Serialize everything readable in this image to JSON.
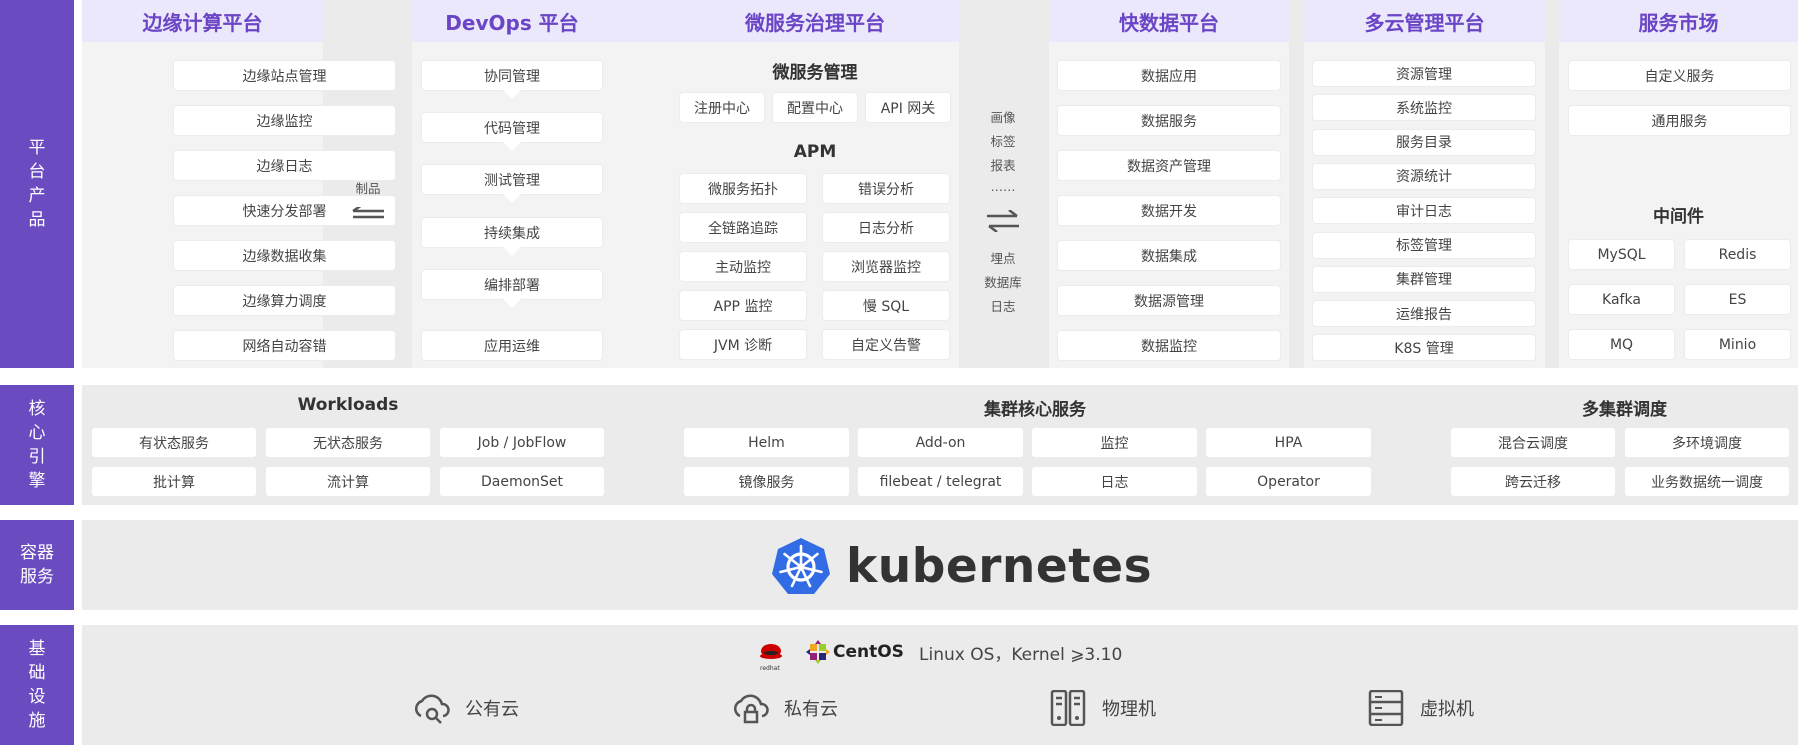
{
  "side_labels": {
    "platform": "平台产品",
    "core": "核心引擎",
    "container": "容器服务",
    "infra": "基础设施"
  },
  "edge": {
    "title": "边缘计算平台",
    "items": [
      "边缘站点管理",
      "边缘监控",
      "边缘日志",
      "快速分发部署",
      "边缘数据收集",
      "边缘算力调度",
      "网络自动容错"
    ]
  },
  "artifact_label": "制品",
  "devops": {
    "title": "DevOps 平台",
    "items": [
      "协同管理",
      "代码管理",
      "测试管理",
      "持续集成",
      "编排部署",
      "应用运维"
    ]
  },
  "micro": {
    "title": "微服务治理平台",
    "mgmt_title": "微服务管理",
    "mgmt_items": [
      "注册中心",
      "配置中心",
      "API 网关"
    ],
    "apm_title": "APM",
    "apm_items": [
      "微服务拓扑",
      "错误分析",
      "全链路追踪",
      "日志分析",
      "主动监控",
      "浏览器监控",
      "APP 监控",
      "慢 SQL",
      "JVM 诊断",
      "自定义告警"
    ]
  },
  "exchange": {
    "top": [
      "画像",
      "标签",
      "报表",
      "……"
    ],
    "bottom": [
      "埋点",
      "数据库",
      "日志"
    ]
  },
  "fastdata": {
    "title": "快数据平台",
    "items": [
      "数据应用",
      "数据服务",
      "数据资产管理",
      "数据开发",
      "数据集成",
      "数据源管理",
      "数据监控"
    ]
  },
  "multicloud": {
    "title": "多云管理平台",
    "items": [
      "资源管理",
      "系统监控",
      "服务目录",
      "资源统计",
      "审计日志",
      "标签管理",
      "集群管理",
      "运维报告",
      "K8S 管理"
    ]
  },
  "market": {
    "title": "服务市场",
    "items": [
      "自定义服务",
      "通用服务"
    ],
    "mw_title": "中间件",
    "mw_items": [
      "MySQL",
      "Redis",
      "Kafka",
      "ES",
      "MQ",
      "Minio"
    ]
  },
  "workloads": {
    "title": "Workloads",
    "items": [
      "有状态服务",
      "无状态服务",
      "Job / JobFlow",
      "批计算",
      "流计算",
      "DaemonSet"
    ]
  },
  "cluster_core": {
    "title": "集群核心服务",
    "items": [
      "Helm",
      "Add-on",
      "监控",
      "HPA",
      "镜像服务",
      "filebeat / telegrat",
      "日志",
      "Operator"
    ]
  },
  "multicluster": {
    "title": "多集群调度",
    "items": [
      "混合云调度",
      "多环境调度",
      "跨云迁移",
      "业务数据统一调度"
    ]
  },
  "kubernetes": {
    "word": "kubernetes"
  },
  "os": {
    "redhat_text": "redhat",
    "centos": "CentOS",
    "kernel": "Linux OS，Kernel ⩾3.10"
  },
  "infra_items": [
    {
      "label": "公有云",
      "icon": "public-cloud-icon"
    },
    {
      "label": "私有云",
      "icon": "private-cloud-icon"
    },
    {
      "label": "物理机",
      "icon": "physical-server-icon"
    },
    {
      "label": "虚拟机",
      "icon": "virtual-machine-icon"
    }
  ],
  "colors": {
    "sidebar": "#6b4bc0",
    "header_bg": "#ece8fb",
    "header_text": "#6a45c6",
    "k8s_blue": "#326ce5",
    "band": "#ebebeb"
  }
}
